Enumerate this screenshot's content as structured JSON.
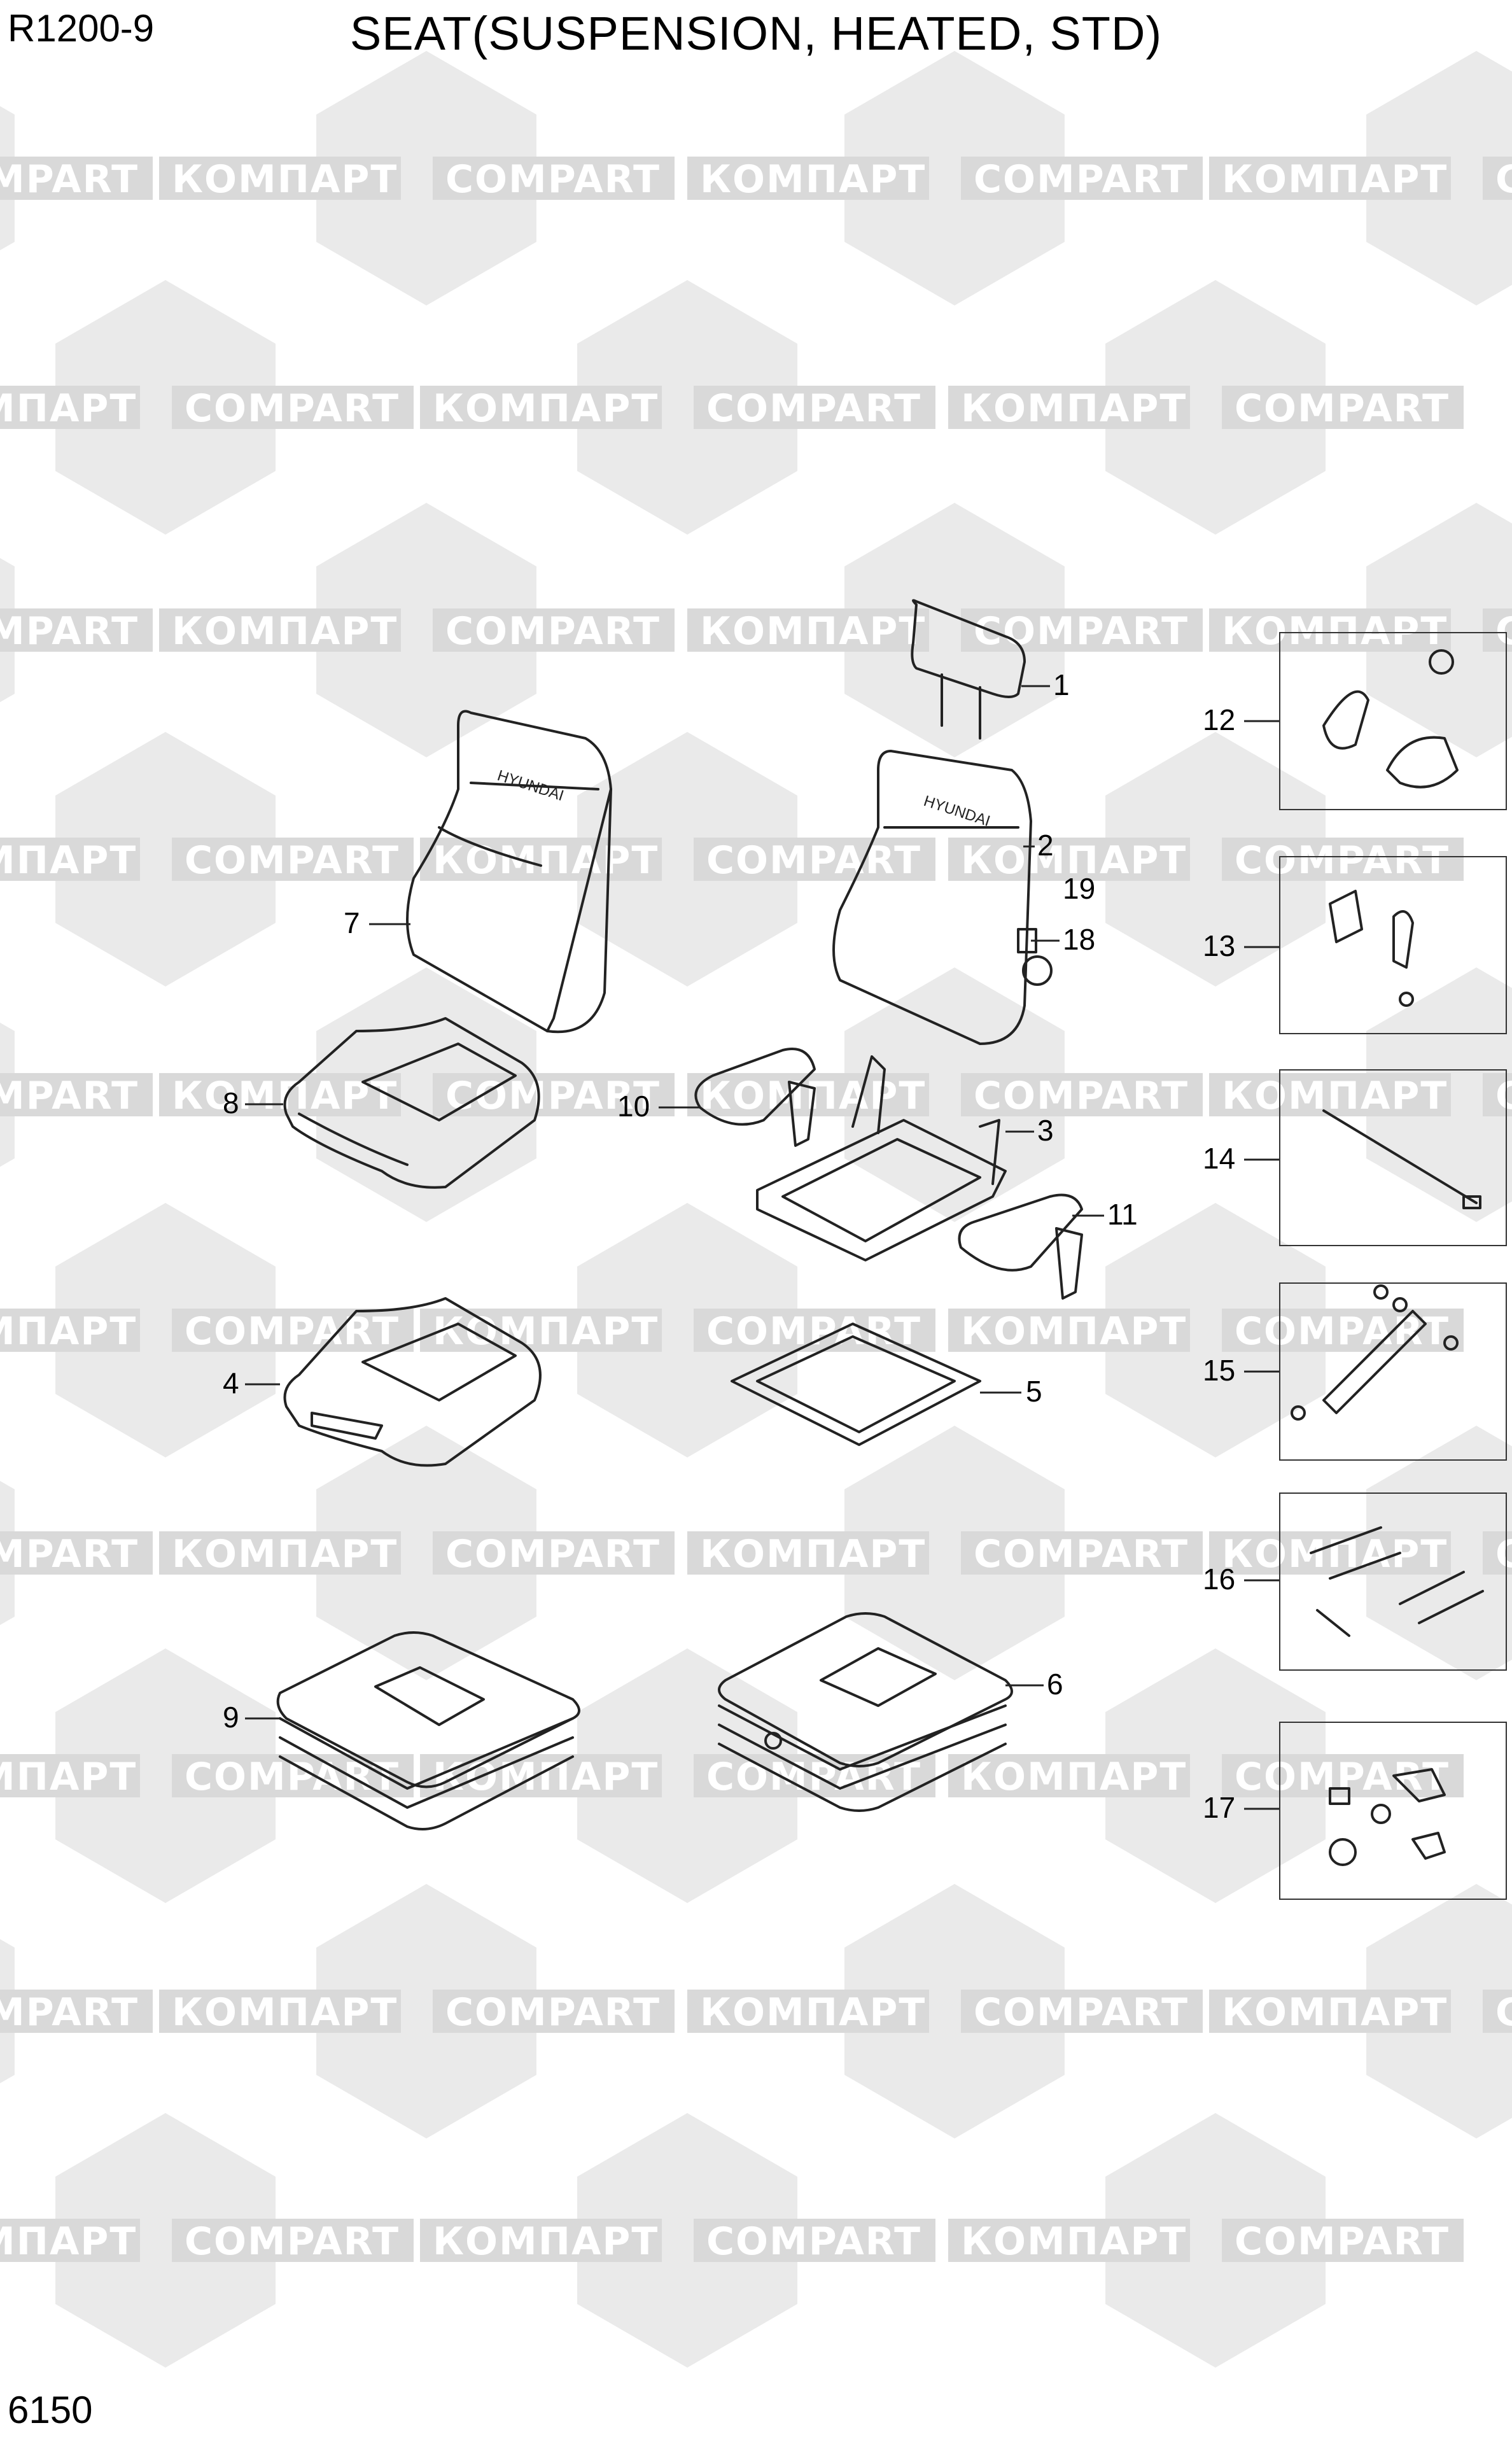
{
  "header": {
    "model": "R1200-9",
    "title": "SEAT(SUSPENSION, HEATED, STD)"
  },
  "footer": {
    "page_number": "6150"
  },
  "watermark": {
    "text_cyrillic": "КОМПАРТ",
    "text_latin": "COMPART",
    "color": "#d9d9d9"
  },
  "diagram": {
    "brand_text_backrest": "HYUNDAI",
    "callouts": [
      "1",
      "2",
      "3",
      "4",
      "5",
      "6",
      "7",
      "8",
      "9",
      "10",
      "11",
      "12",
      "13",
      "14",
      "15",
      "16",
      "17",
      "18",
      "19"
    ]
  }
}
